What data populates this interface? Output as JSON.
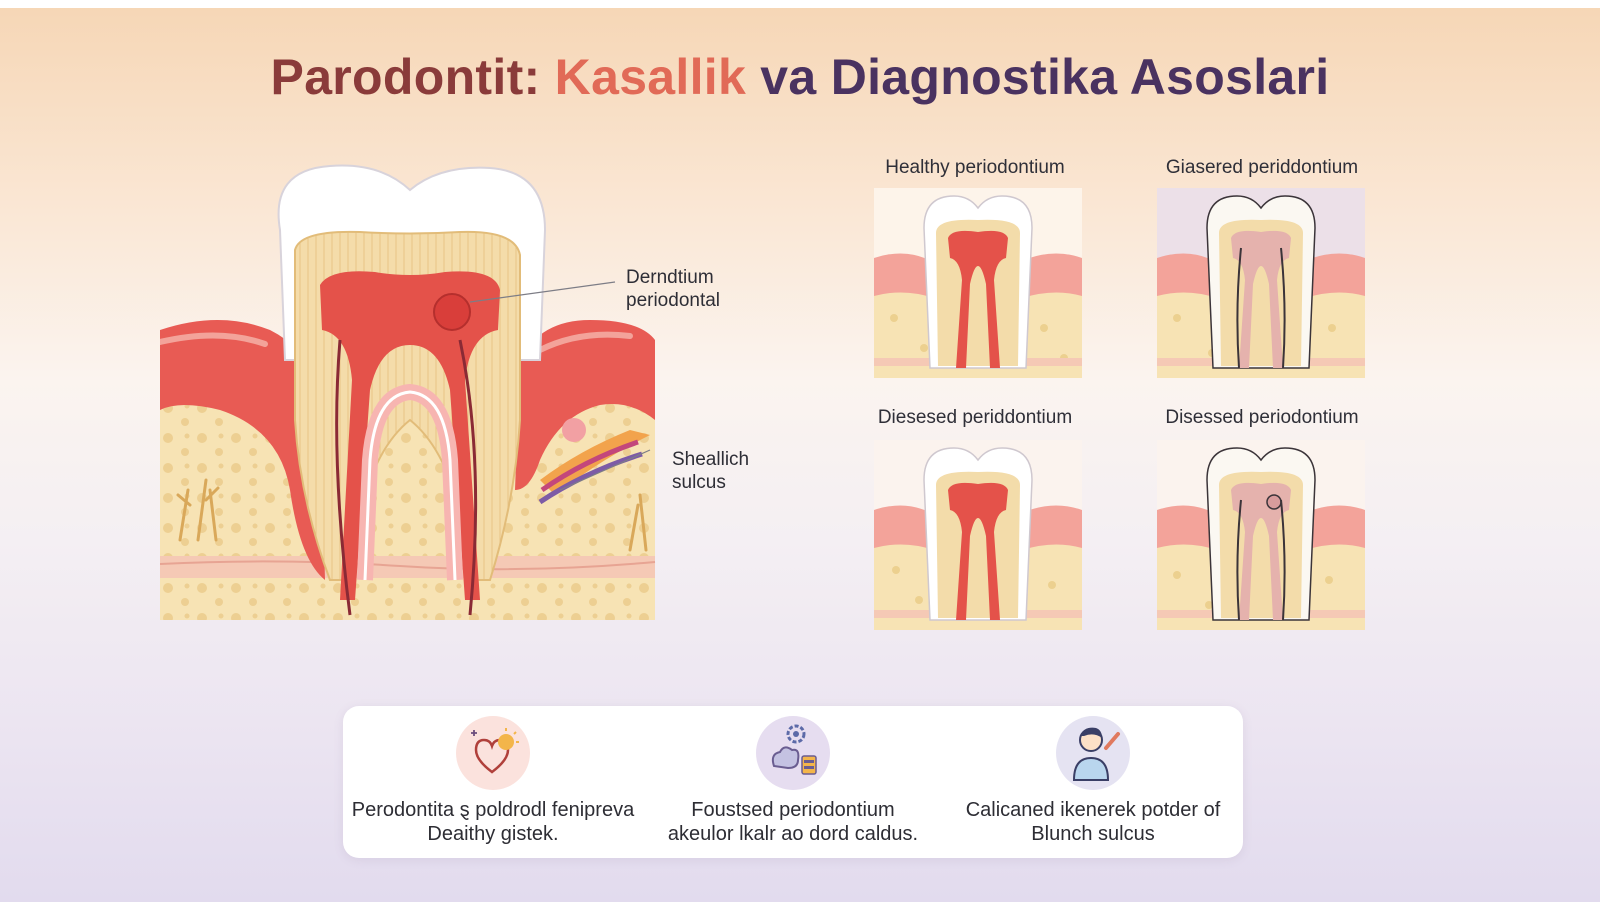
{
  "title": {
    "part1": "Parodontit: ",
    "part2": "Kasallik",
    "part3": " va Diagnostika Asoslari"
  },
  "main_diagram": {
    "callout_top_line1": "Derndtium",
    "callout_top_line2": "periodontal",
    "callout_side_line1": "Sheallich",
    "callout_side_line2": "sulcus"
  },
  "panels": [
    {
      "label": "Healthy periodontium",
      "variant": "healthy"
    },
    {
      "label": "Giasered periddontium",
      "variant": "muted"
    },
    {
      "label": "Diesesed periddontium",
      "variant": "healthy"
    },
    {
      "label": "Disessed periodontium",
      "variant": "muted"
    }
  ],
  "info_items": [
    {
      "icon": "heart-sun-icon",
      "line1": "Perodontita ȿ poldrodl fenipreva",
      "line2": "Deaithy gistek."
    },
    {
      "icon": "gear-lab-icon",
      "line1": "Foustsed periodontium",
      "line2": "akeulor lkalr ao dord caldus."
    },
    {
      "icon": "dentist-person-icon",
      "line1": "Calicaned ikenerek potder of",
      "line2": "Blunch sulcus"
    }
  ],
  "colors": {
    "gum": "#e85b54",
    "gum_light": "#f3a39a",
    "bone": "#f7e4b5",
    "pulp": "#e4524a",
    "dentin": "#f3ddaa",
    "enamel": "#ffffff",
    "title_dark": "#8a3b3a",
    "title_accent": "#e16a57",
    "title_purple": "#4a3260"
  }
}
